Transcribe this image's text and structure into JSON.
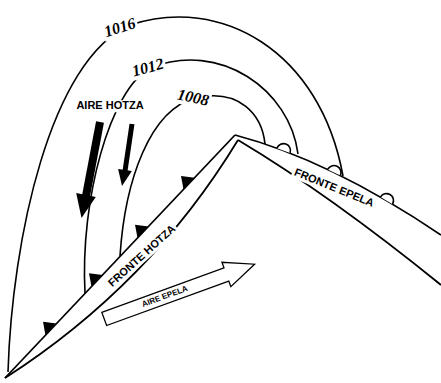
{
  "diagram": {
    "labels": [
      "1016",
      "1012",
      "1008",
      "AIRE HOTZA",
      "FRONTE HOTZA",
      "FRONTE EPELA",
      "AIRE EPELA"
    ]
  }
}
